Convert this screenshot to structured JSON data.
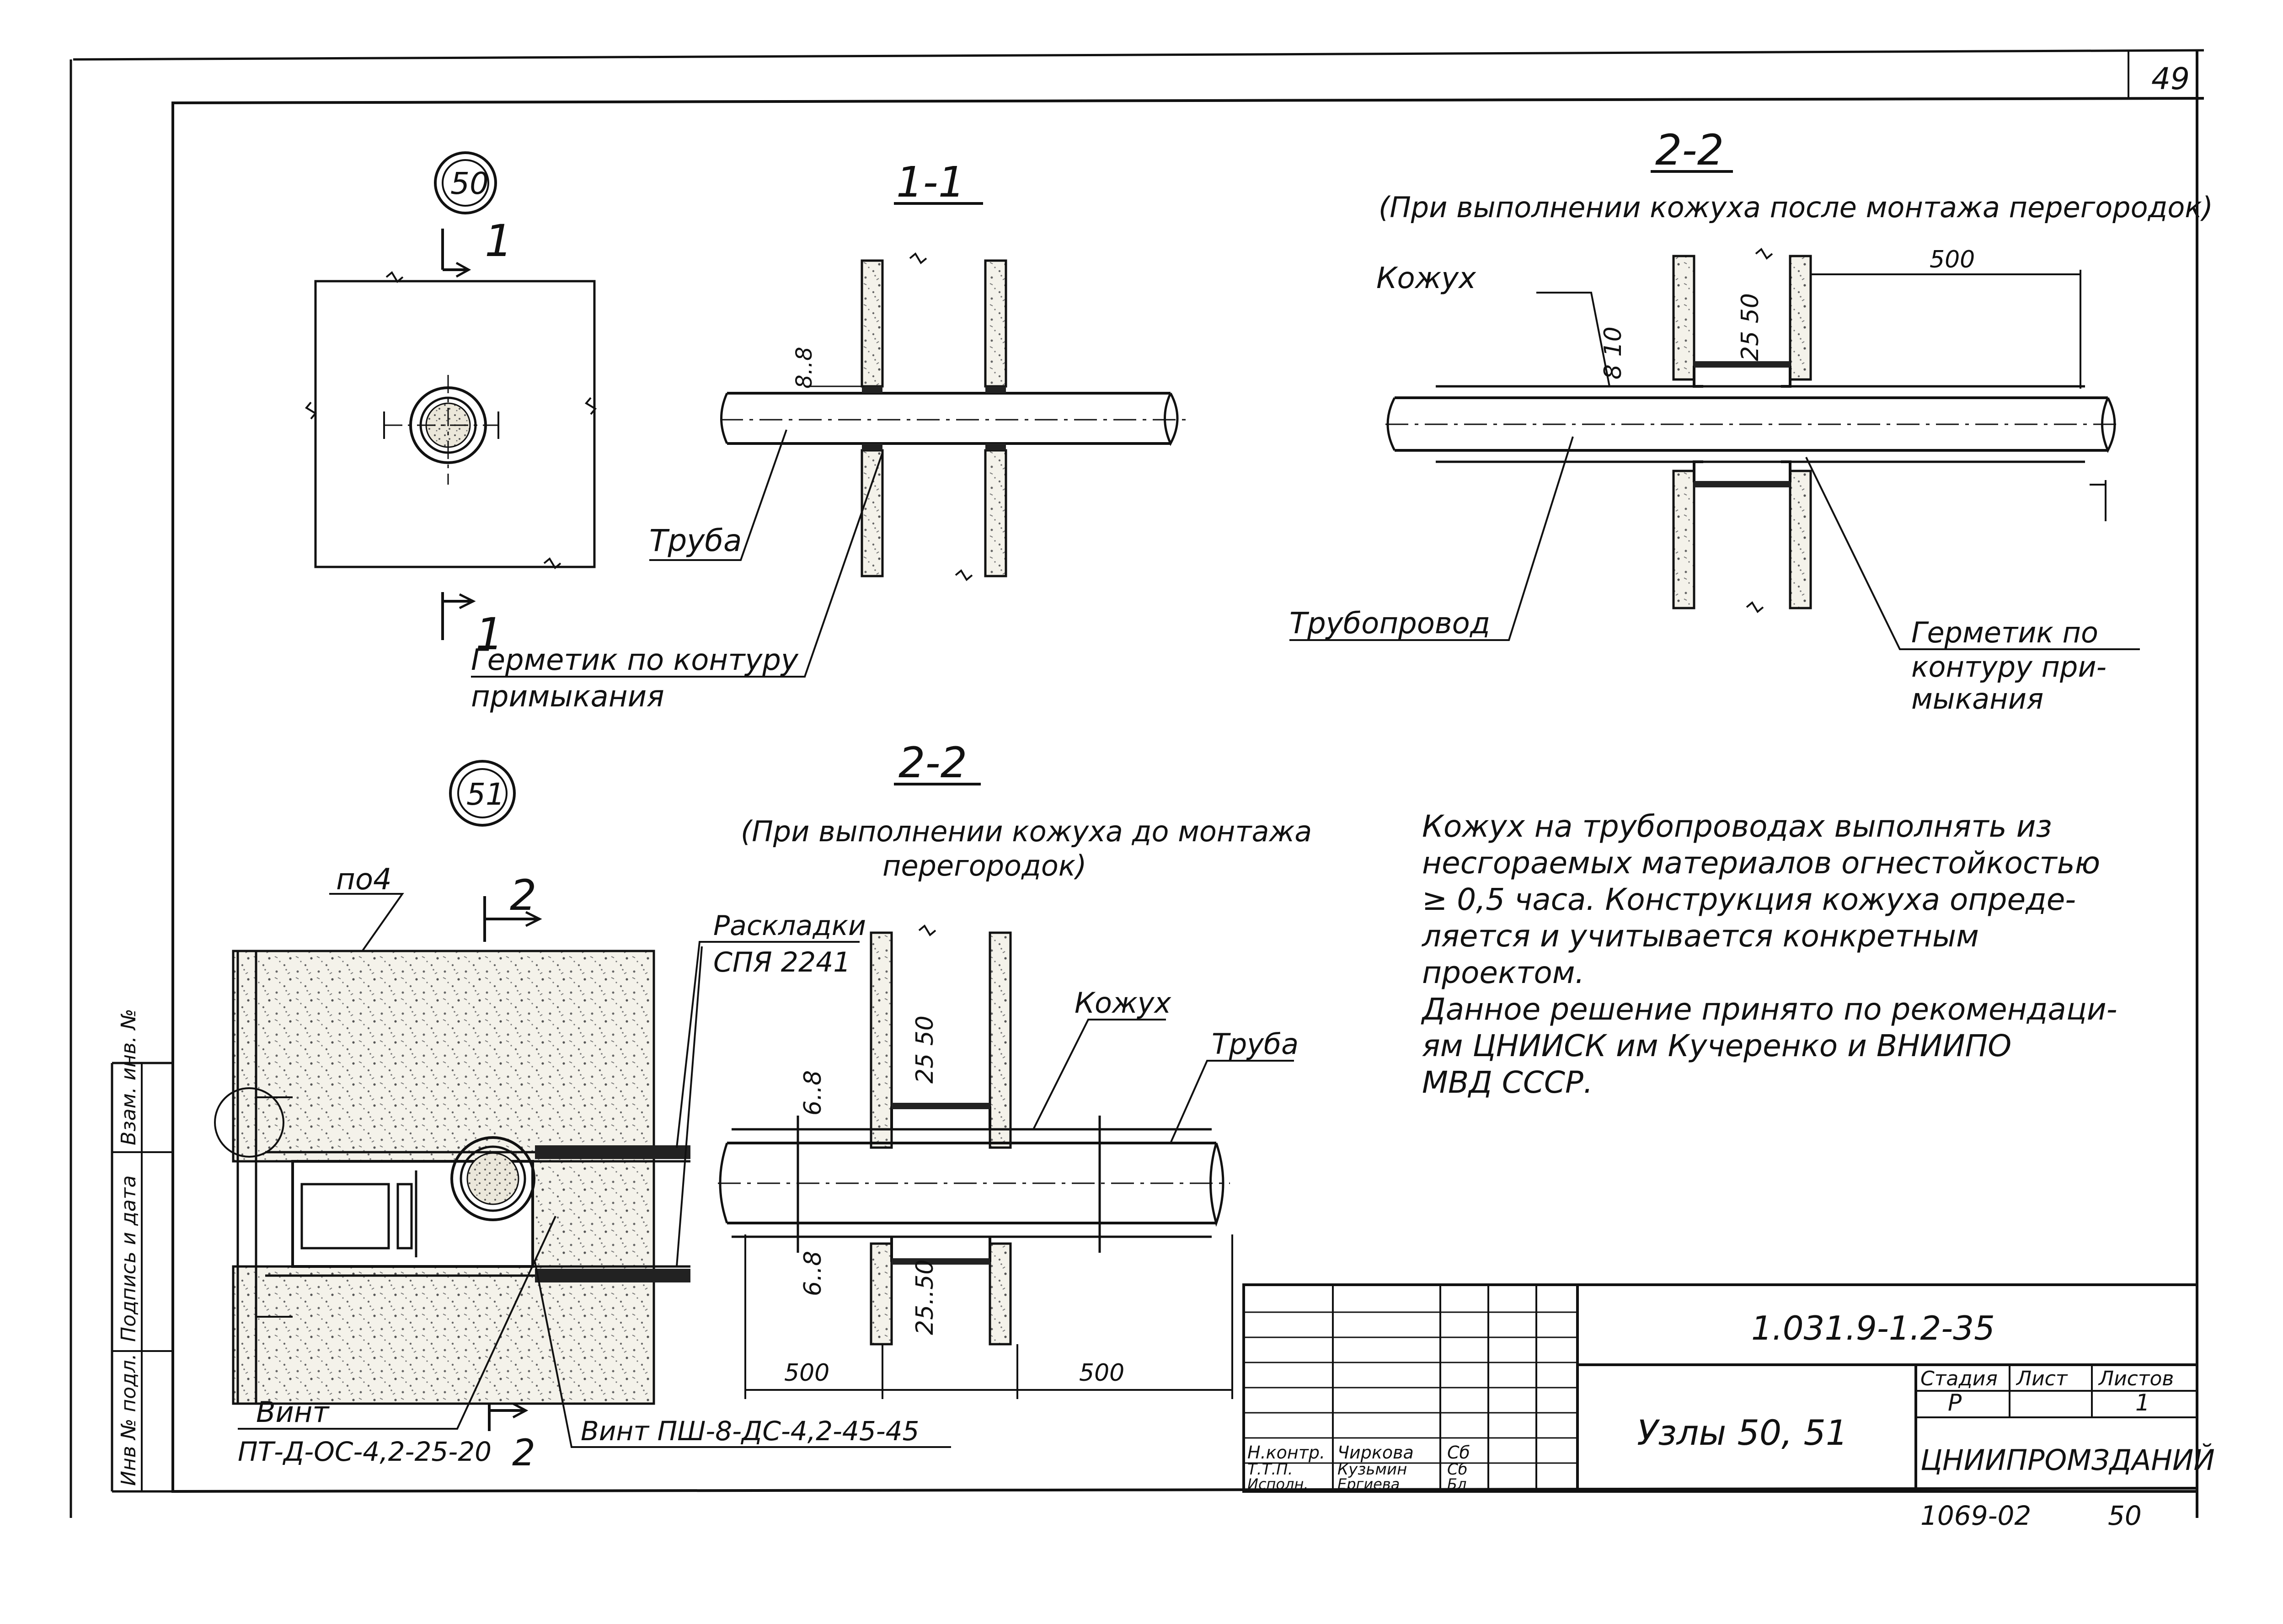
{
  "sheet": {
    "page_number": "49",
    "bottom_code": "1069-02",
    "bottom_num": "50"
  },
  "node50": {
    "marker": "50",
    "cut_1_top": "1",
    "cut_1_bottom": "1",
    "label_pipe": "Труба",
    "label_sealant_1": "Герметик по контуру",
    "label_sealant_2": "примыкания",
    "section_1_title": "1-1",
    "section_1_gap": "8..8",
    "section_2_title": "2-2",
    "section_2_subtitle": "(При выполнении кожуха после монтажа перегородок)",
    "section_2_casing": "Кожух",
    "section_2_pipeline": "Трубопровод",
    "section_2_sealant_1": "Герметик по",
    "section_2_sealant_2": "контуру при-",
    "section_2_sealant_3": "мыкания",
    "dim_500": "500",
    "dim_8_10": "8  10",
    "dim_25_50": "25  50"
  },
  "node51": {
    "marker": "51",
    "cut_2_top": "2",
    "cut_2_bottom": "2",
    "po4": "по4",
    "layout_1": "Раскладки",
    "layout_2": "СПЯ 2241",
    "screw_1_title": "Винт",
    "screw_1_code": "ПТ-Д-ОС-4,2-25-20",
    "screw_2": "Винт ПШ-8-ДС-4,2-45-45",
    "section_title": "2-2",
    "section_subtitle_1": "(При выполнении кожуха до монтажа",
    "section_subtitle_2": "перегородок)",
    "casing": "Кожух",
    "pipe": "Труба",
    "dim_6_8_top": "6..8",
    "dim_6_8_bottom": "6..8",
    "dim_25_50_top": "25  50",
    "dim_25_50_bottom": "25..50",
    "dim_500_left": "500",
    "dim_500_right": "500"
  },
  "notes": [
    "Кожух на трубопроводах выполнять из",
    "несгораемых материалов огнестойкостью",
    "≥ 0,5 часа. Конструкция кожуха опреде-",
    "ляется и учитывается конкретным",
    "проектом.",
    "Данное решение принято по рекомендаци-",
    "ям ЦНИИСК им Кучеренко и ВНИИПО",
    "МВД СССР."
  ],
  "side_stamp": [
    "Инв № подл.",
    "Подпись и дата",
    "Взам. инв. №"
  ],
  "title_block": {
    "doc_code": "1.031.9-1.2-35",
    "title": "Узлы 50, 51",
    "stage_label": "Стадия",
    "sheet_label": "Лист",
    "sheets_label": "Листов",
    "stage": "Р",
    "sheets": "1",
    "org": "ЦНИИПРОМЗДАНИЙ",
    "sign_rows": [
      {
        "role": "Н.контр.",
        "name": "Чиркова",
        "sig": "Сб"
      },
      {
        "role": "Т.Т.П.",
        "name": "Кузьмин",
        "sig": "Сб"
      },
      {
        "role": "Исполн.",
        "name": "Ергиева",
        "sig": "Бл"
      }
    ]
  }
}
